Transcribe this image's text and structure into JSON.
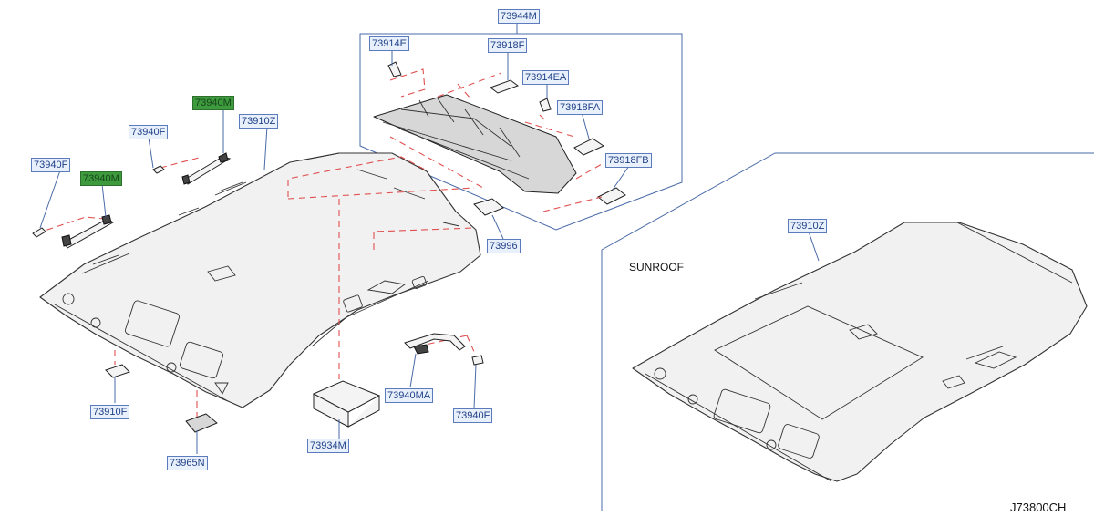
{
  "labels": {
    "p73944M": "73944M",
    "p73914E": "73914E",
    "p73918F": "73918F",
    "p73914EA": "73914EA",
    "p73918FA": "73918FA",
    "p73918FB": "73918FB",
    "p73940M_top": "73940M",
    "p73940M_left": "73940M",
    "p73940F_mid": "73940F",
    "p73940F_left": "73940F",
    "p73910Z_main": "73910Z",
    "p73996": "73996",
    "p73910F": "73910F",
    "p73965N": "73965N",
    "p73934M": "73934M",
    "p73940MA": "73940MA",
    "p73940F_right": "73940F",
    "p73910Z_sunroof": "73910Z"
  },
  "text": {
    "sunroof": "SUNROOF",
    "diagram_code": "J73800CH"
  },
  "colors": {
    "callout_line": "#4a6aa8",
    "dashed_line": "#e05050",
    "highlight_label": "#3d9a3d"
  }
}
